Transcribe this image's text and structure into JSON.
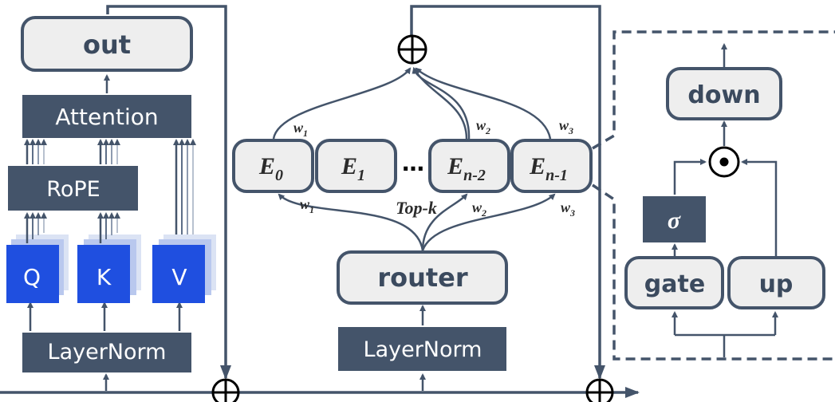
{
  "attention_block": {
    "out_label": "out",
    "attention_label": "Attention",
    "rope_label": "RoPE",
    "q_label": "Q",
    "k_label": "K",
    "v_label": "V",
    "layernorm_label": "LayerNorm"
  },
  "moe_block": {
    "experts": [
      {
        "base": "E",
        "sub": "0"
      },
      {
        "base": "E",
        "sub": "1"
      },
      {
        "base": "E",
        "sub": "n-2"
      },
      {
        "base": "E",
        "sub": "n-1"
      }
    ],
    "ellipsis": "…",
    "top_weights": [
      {
        "base": "w",
        "sub": "1"
      },
      {
        "base": "w",
        "sub": "2"
      },
      {
        "base": "w",
        "sub": "3"
      }
    ],
    "bottom_weights": [
      {
        "base": "w",
        "sub": "1"
      },
      {
        "base": "w",
        "sub": "2"
      },
      {
        "base": "w",
        "sub": "3"
      }
    ],
    "topk_label": "Top-k",
    "router_label": "router",
    "layernorm_label": "LayerNorm"
  },
  "expert_detail": {
    "down_label": "down",
    "sigma_label": "σ",
    "gate_label": "gate",
    "up_label": "up"
  },
  "colors": {
    "slate": "#44546a",
    "box_fill": "#eeeeee",
    "qkv_blue": "#1f4fe0",
    "qkv_shadow": "#c5d2ee"
  }
}
